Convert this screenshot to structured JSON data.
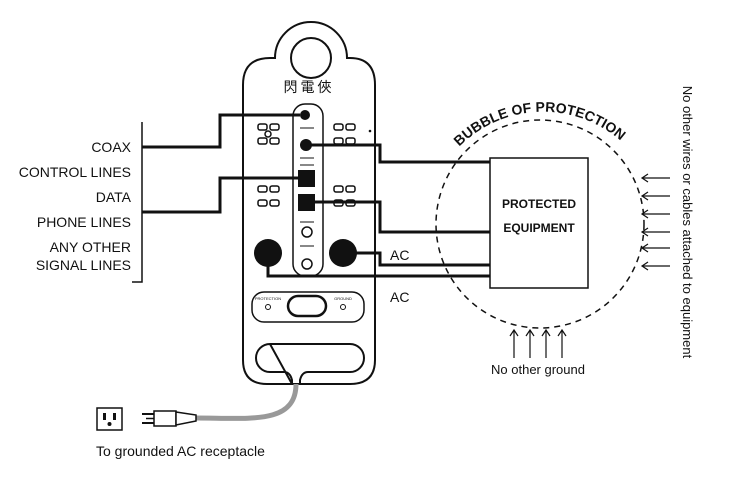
{
  "signal_labels": [
    "COAX",
    "CONTROL LINES",
    "DATA",
    "PHONE LINES",
    "ANY OTHER",
    "SIGNAL LINES"
  ],
  "device": {
    "brand_glyphs": "閃電俠",
    "left_button_label": "PROTECTION",
    "right_button_label": "GROUND"
  },
  "equipment": {
    "line1": "PROTECTED",
    "line2": "EQUIPMENT"
  },
  "bubble_title": "BUBBLE OF PROTECTION",
  "ac_labels": [
    "AC",
    "AC"
  ],
  "no_ground_label": "No other ground",
  "side_note": "No other wires or cables attached to equipment",
  "receptacle_label": "To grounded AC receptacle"
}
